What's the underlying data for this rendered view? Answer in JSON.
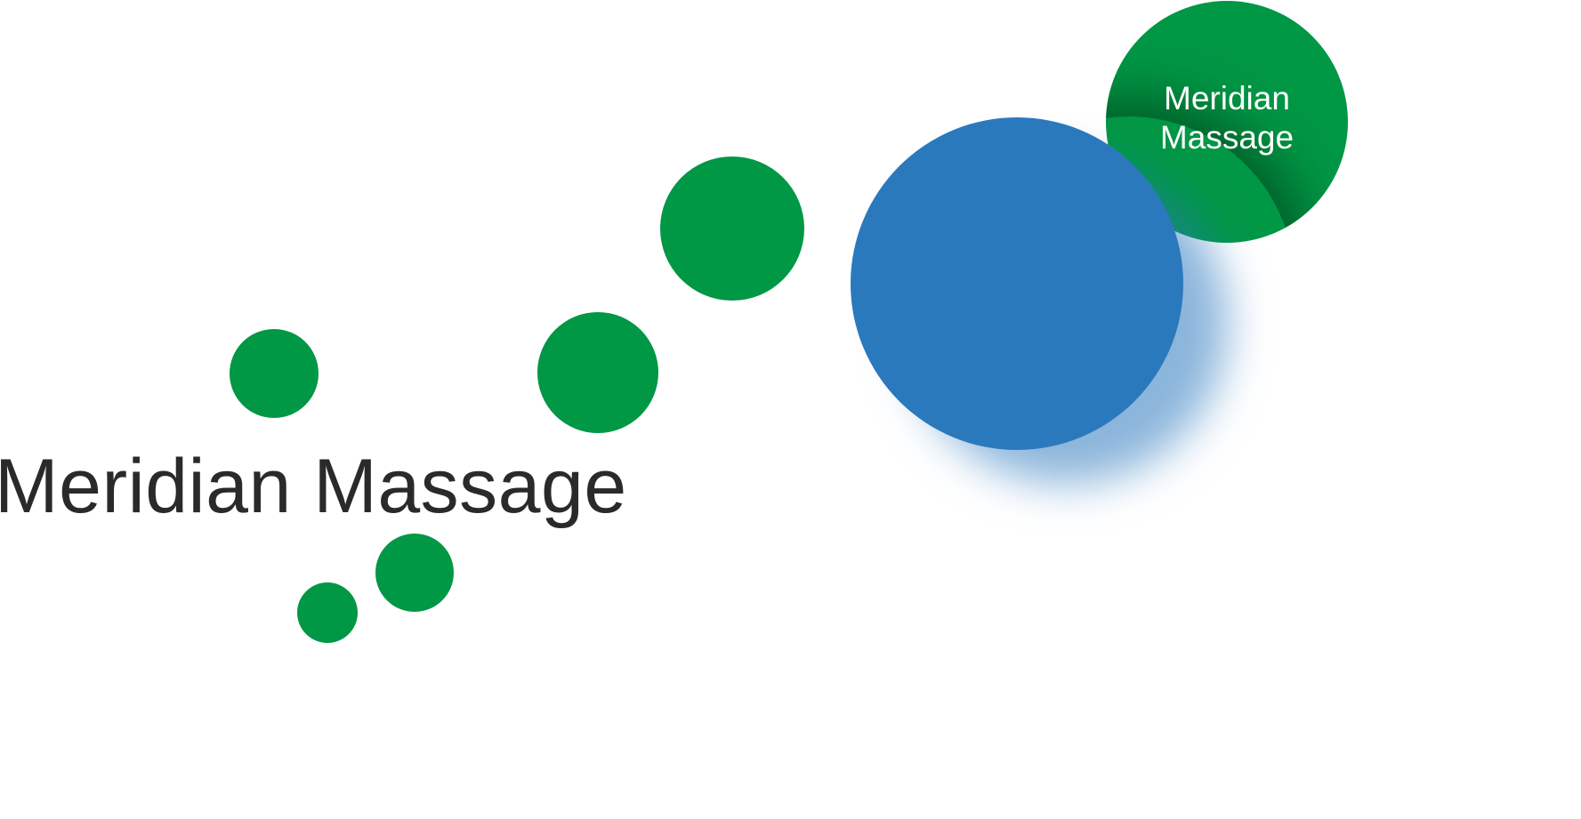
{
  "colors": {
    "green": "#009745",
    "blue": "#2b79bd",
    "text": "#2a2a2a",
    "background": "#ffffff"
  },
  "title": "Meridian Massage",
  "circle_label_line1": "Meridian",
  "circle_label_line2": "Massage"
}
